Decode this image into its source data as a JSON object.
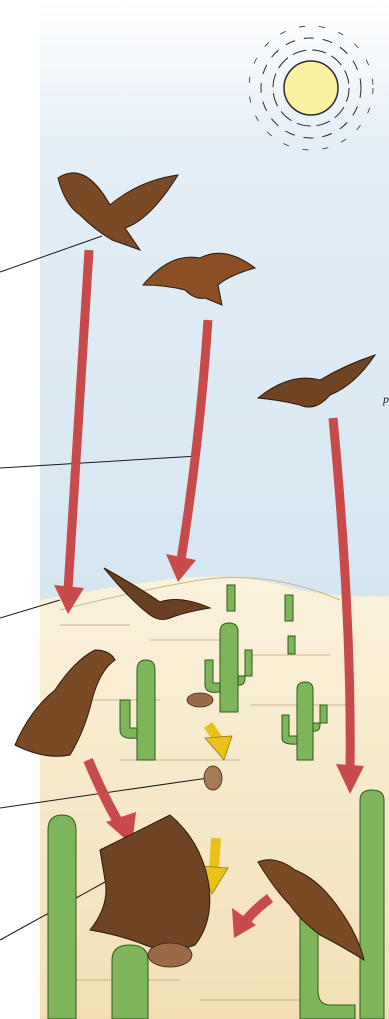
{
  "figure": {
    "title": "",
    "edge_label": "p",
    "leader_line_count": 5
  },
  "scene": {
    "sun": "sun-icon",
    "flying_hawks": [
      "hawk-soaring-1",
      "hawk-soaring-2",
      "hawk-soaring-3",
      "hawk-gliding-low"
    ],
    "perched_hawks": [
      "hawk-perched-left",
      "hawk-perched-right"
    ],
    "attacking_hawk": "hawk-striking-rabbit",
    "prey": [
      "rabbit-1",
      "rabbit-2",
      "ground-squirrel",
      "rabbit-caught"
    ],
    "plants": [
      "saguaro-cactus"
    ]
  },
  "arrows": [
    {
      "name": "dive-arrow-1",
      "color": "#c94a4a"
    },
    {
      "name": "dive-arrow-2",
      "color": "#c94a4a"
    },
    {
      "name": "dive-arrow-3",
      "color": "#c94a4a"
    },
    {
      "name": "attack-arrow-left",
      "color": "#c94a4a"
    },
    {
      "name": "attack-arrow-right",
      "color": "#c94a4a"
    },
    {
      "name": "prey-arrow-1",
      "color": "#e8c21a"
    },
    {
      "name": "prey-arrow-2",
      "color": "#e8c21a"
    }
  ],
  "colors": {
    "sky": "#dde9f3",
    "sand": "#f4e3bc",
    "cactus": "#7fb55a",
    "hawk": "#7a4a26",
    "red_arrow": "#c94a4a",
    "yellow_arrow": "#e8c21a",
    "sun": "#fbf1a0"
  }
}
